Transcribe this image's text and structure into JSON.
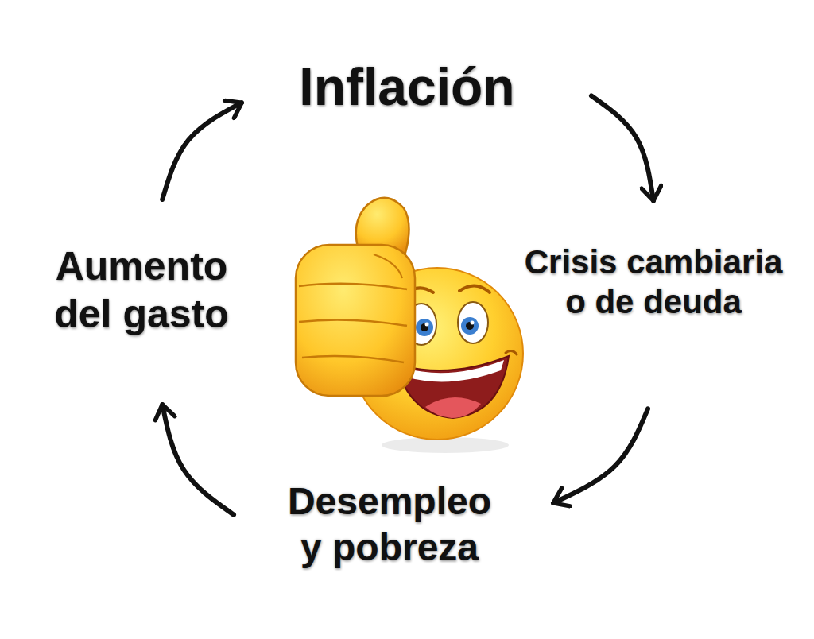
{
  "diagram": {
    "nodes": [
      {
        "text": [
          "Inflación"
        ]
      },
      {
        "text": [
          "Aumento del gasto"
        ]
      },
      {
        "text": [
          "Crisis cambiaria o de deuda"
        ]
      },
      {
        "text": [
          "Desempleo y pobreza"
        ]
      }
    ],
    "edges": [
      {
        "from": 1,
        "to": 0,
        "arrow": "to"
      },
      {
        "from": 0,
        "to": 2,
        "arrow": "to"
      },
      {
        "from": 2,
        "to": 3,
        "arrow": "to"
      },
      {
        "from": 3,
        "to": 1,
        "arrow": "to"
      }
    ]
  }
}
